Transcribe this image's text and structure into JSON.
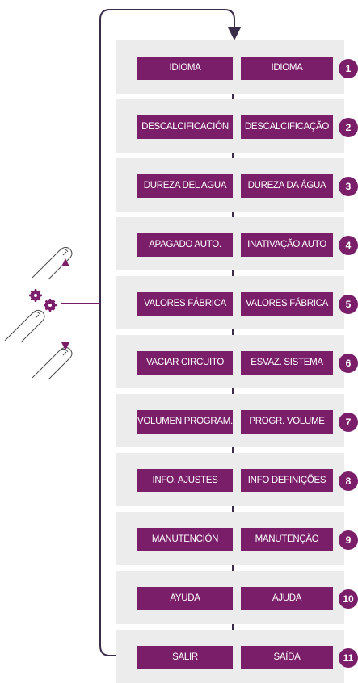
{
  "menu": {
    "items": [
      {
        "es": "IDIOMA",
        "pt": "IDIOMA",
        "number": "1"
      },
      {
        "es": "DESCALCIFICACIÓN",
        "pt": "DESCALCIFICAÇÃO",
        "number": "2"
      },
      {
        "es": "DUREZA DEL AGUA",
        "pt": "DUREZA DA ÁGUA",
        "number": "3"
      },
      {
        "es": "APAGADO AUTO.",
        "pt": "INATIVAÇÃO AUTO",
        "number": "4"
      },
      {
        "es": "VALORES FÁBRICA",
        "pt": "VALORES FÁBRICA",
        "number": "5"
      },
      {
        "es": "VACIAR CIRCUITO",
        "pt": "ESVAZ. SISTEMA",
        "number": "6"
      },
      {
        "es": "VOLUMEN PROGRAM.",
        "pt": "PROGR. VOLUME",
        "number": "7"
      },
      {
        "es": "INFO. AJUSTES",
        "pt": "INFO DEFINIÇÕES",
        "number": "8"
      },
      {
        "es": "MANUTENCIÓN",
        "pt": "MANUTENÇÃO",
        "number": "9"
      },
      {
        "es": "AYUDA",
        "pt": "AJUDA",
        "number": "10"
      },
      {
        "es": "SALIR",
        "pt": "SAÍDA",
        "number": "11"
      }
    ]
  },
  "icons": {
    "touch_up": "finger-touch-icon",
    "touch_gear": "finger-touch-icon",
    "gear": "gear-icon",
    "touch_down": "finger-touch-icon",
    "arrow_up": "triangle-up-icon",
    "arrow_down": "triangle-down-icon",
    "loop_arrow": "arrow-down-icon"
  },
  "colors": {
    "accent": "#7b1e6a",
    "panel": "#ececec",
    "line": "#3a2d4a"
  }
}
